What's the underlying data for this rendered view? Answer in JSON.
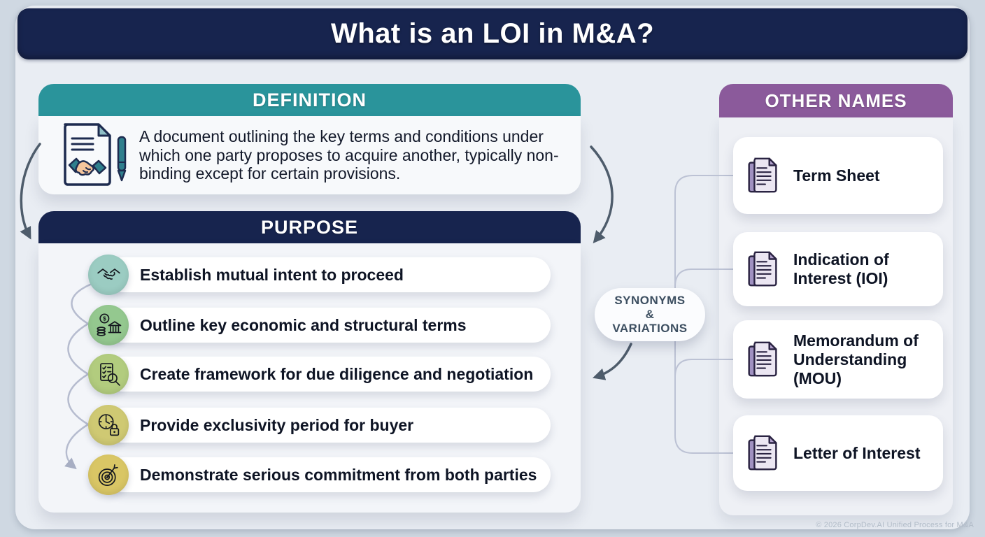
{
  "colors": {
    "navy": "#17244e",
    "teal": "#2a949b",
    "purple": "#8b5a9b",
    "page_bg": "#cfd8e2",
    "panel_bg": "#e9edf3"
  },
  "title": "What is an LOI in M&A?",
  "definition": {
    "header": "DEFINITION",
    "icon": "contract-handshake-pen-icon",
    "text": "A document outlining the key terms and conditions under which one party proposes to acquire another, typically non-binding except for certain provisions."
  },
  "purpose": {
    "header": "PURPOSE",
    "items": [
      {
        "icon": "handshake-icon",
        "color": "#9bccc2",
        "label": "Establish mutual intent to proceed"
      },
      {
        "icon": "coins-bank-icon",
        "color": "#94c88f",
        "label": "Outline key economic and structural terms"
      },
      {
        "icon": "checklist-magnifier-icon",
        "color": "#b2cc7e",
        "label": "Create framework for due diligence and negotiation"
      },
      {
        "icon": "clock-lock-icon",
        "color": "#cfc973",
        "label": "Provide exclusivity period for buyer"
      },
      {
        "icon": "target-arrow-icon",
        "color": "#d9c665",
        "label": "Demonstrate serious commitment from both parties"
      }
    ]
  },
  "synonyms_badge": {
    "lines": [
      "SYNONYMS",
      "&",
      "VARIATIONS"
    ]
  },
  "other_names": {
    "header": "OTHER NAMES",
    "icon": "document-stack-icon",
    "items": [
      {
        "label": "Term Sheet"
      },
      {
        "label": "Indication of Interest (IOI)"
      },
      {
        "label": "Memorandum of Understanding (MOU)"
      },
      {
        "label": "Letter of Interest"
      }
    ]
  },
  "footer": "© 2026 CorpDev.AI Unified Process for M&A"
}
